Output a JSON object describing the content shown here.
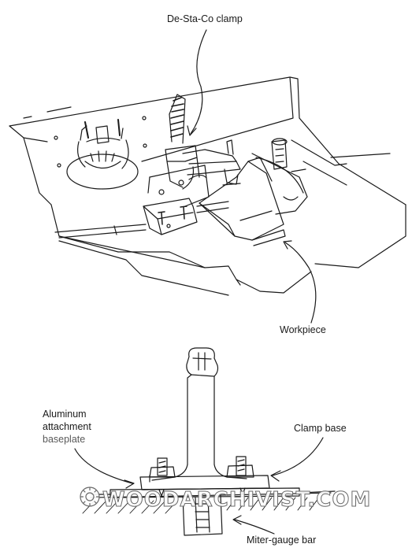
{
  "labels": {
    "clamp": "De-Sta-Co clamp",
    "workpiece": "Workpiece",
    "aluminum_line1": "Aluminum",
    "aluminum_line2": "attachment",
    "aluminum_line3": "baseplate",
    "clamp_base": "Clamp base",
    "miter_bar": "Miter-gauge bar"
  },
  "watermark": {
    "text": "WOODARCHIVIST.COM"
  },
  "colors": {
    "ink": "#1a1a1a",
    "paper": "#ffffff"
  }
}
